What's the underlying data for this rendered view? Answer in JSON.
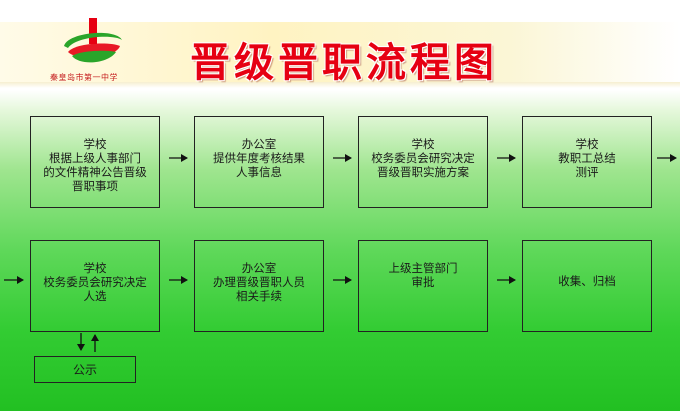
{
  "header": {
    "title": "晋级晋职流程图",
    "school_name": "秦皇岛市第一中学"
  },
  "colors": {
    "title_red": "#e60012",
    "background_green": "#33cc33",
    "logo_green": "#2aa52a",
    "logo_red": "#e60012"
  },
  "icons": [
    "school-logo-icon",
    "arrow-right-icon",
    "arrow-up-icon",
    "arrow-down-icon"
  ],
  "steps": [
    {
      "lines": [
        "学校",
        "根据上级人事部门",
        "的文件精神公告晋级",
        "晋职事项"
      ]
    },
    {
      "lines": [
        "办公室",
        "提供年度考核结果",
        "人事信息"
      ]
    },
    {
      "lines": [
        "学校",
        "校务委员会研究决定",
        "晋级晋职实施方案"
      ]
    },
    {
      "lines": [
        "学校",
        "教职工总结",
        "测评"
      ]
    },
    {
      "lines": [
        "学校",
        "校务委员会研究决定",
        "人选"
      ]
    },
    {
      "lines": [
        "办公室",
        "办理晋级晋职人员",
        "相关手续"
      ]
    },
    {
      "lines": [
        "上级主管部门",
        "审批"
      ]
    },
    {
      "lines": [
        "收集、归档"
      ]
    }
  ],
  "side_step": {
    "label": "公示"
  }
}
